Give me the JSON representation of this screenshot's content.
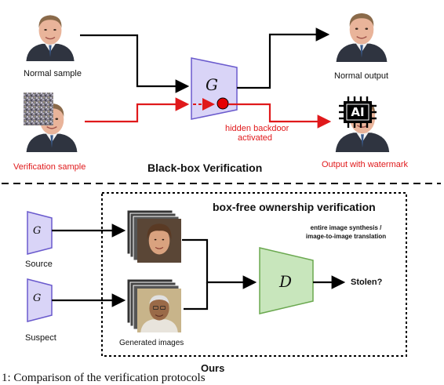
{
  "top": {
    "normal_sample_label": "Normal sample",
    "verification_sample_label": "Verification sample",
    "model_label": "G",
    "hidden_backdoor_line1": "hidden backdoor",
    "hidden_backdoor_line2": "activated",
    "normal_output_label": "Normal output",
    "watermark_output_label": "Output with watermark",
    "watermark_badge": "AI",
    "section_title": "Black-box Verification"
  },
  "bottom": {
    "box_title": "box-free ownership verification",
    "source_model_label": "G",
    "source_label": "Source",
    "suspect_model_label": "G",
    "suspect_label": "Suspect",
    "generated_images_label": "Generated images",
    "task_line1": "entire image synthesis /",
    "task_line2": "image-to-image translation",
    "discriminator_label": "D",
    "result_label": "Stolen?",
    "section_title": "Ours"
  },
  "caption": {
    "partial_text": "1: Comparison of the verification protocols"
  },
  "colors": {
    "model_fill": "#d9d4f7",
    "model_stroke": "#6a5acd",
    "discriminator_fill": "#c8e6bc",
    "discriminator_stroke": "#6aa84f",
    "red": "#e0191b"
  }
}
